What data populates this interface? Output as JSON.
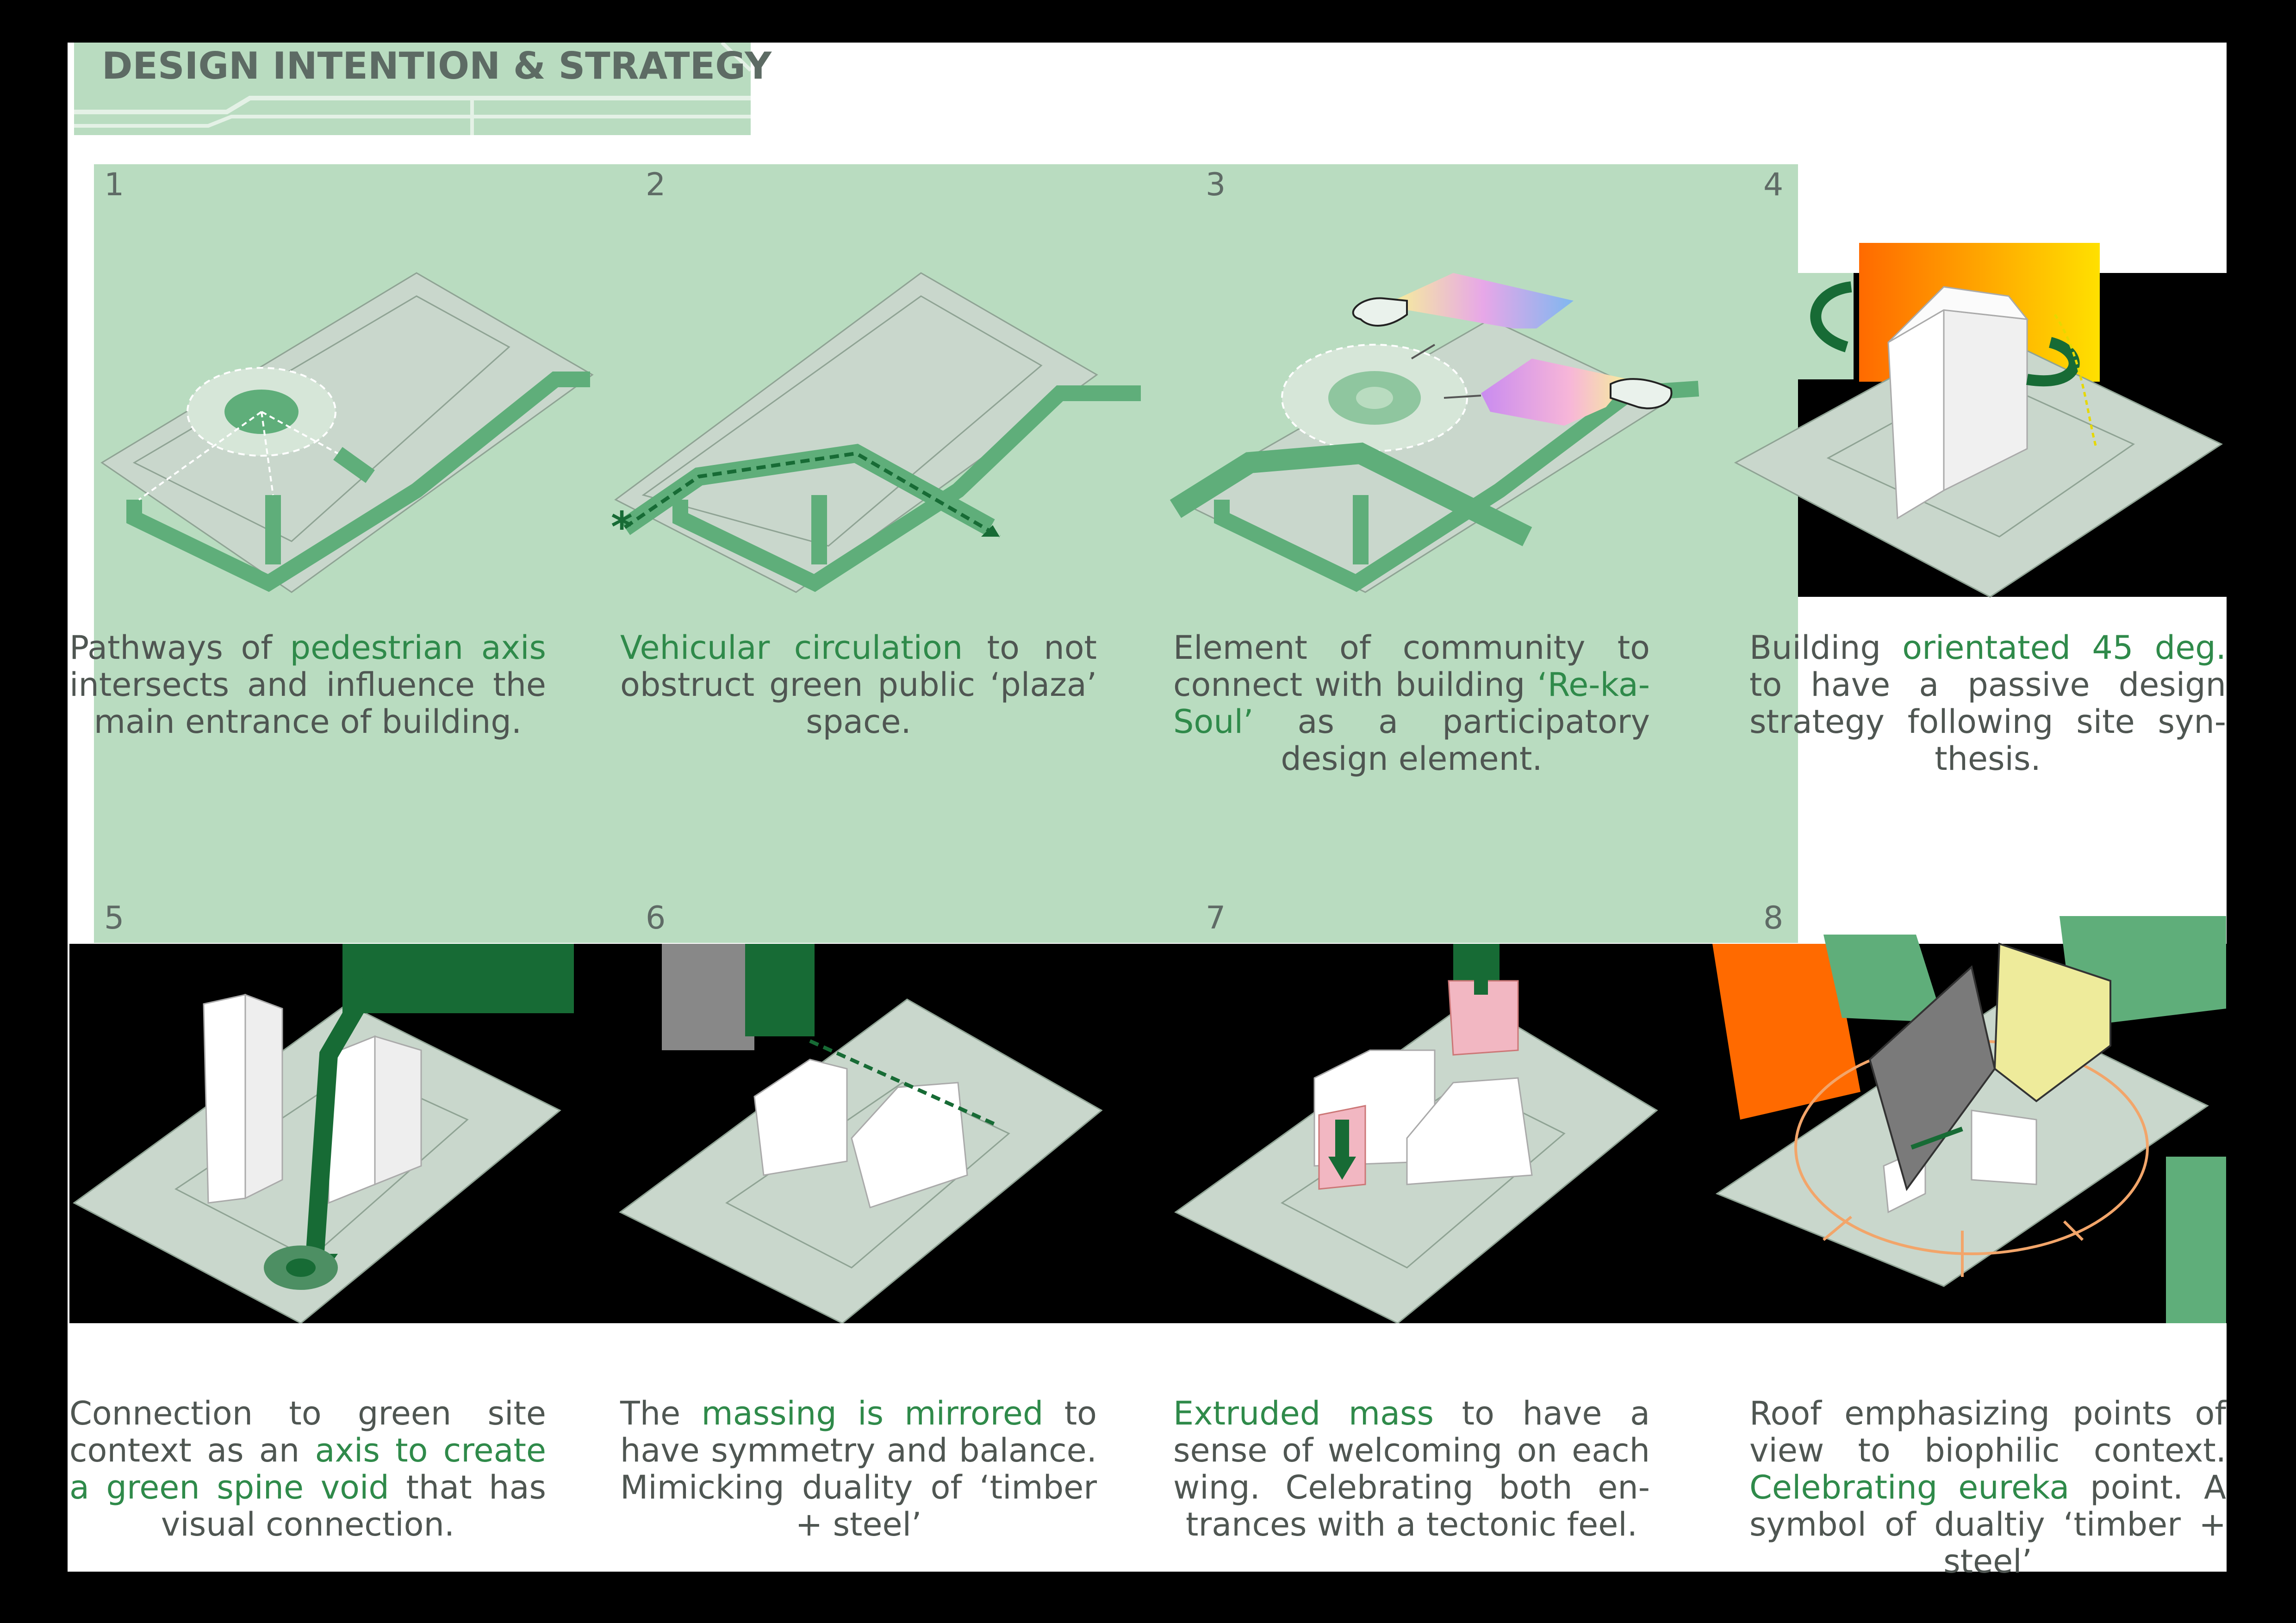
{
  "header": {
    "title": "DESIGN INTENTION & STRATEGY"
  },
  "steps": [
    {
      "number": "1",
      "caption": [
        {
          "t": "Pathways of ",
          "h": false
        },
        {
          "t": "pedestrian axis",
          "h": true
        },
        {
          "t": " intersects and influence the main entrance of building.",
          "h": false
        }
      ]
    },
    {
      "number": "2",
      "caption": [
        {
          "t": "Vehicular circulation",
          "h": true
        },
        {
          "t": " to not obstruct green public ‘plaza’ space.",
          "h": false
        }
      ]
    },
    {
      "number": "3",
      "caption": [
        {
          "t": "Element of community to connect with building ",
          "h": false
        },
        {
          "t": "‘Re-ka-Soul’",
          "h": true
        },
        {
          "t": " as a participatory design element.",
          "h": false
        }
      ]
    },
    {
      "number": "4",
      "caption": [
        {
          "t": "Building ",
          "h": false
        },
        {
          "t": "orientated 45 deg.",
          "h": true
        },
        {
          "t": " to have a passive design strategy following site syn-thesis.",
          "h": false
        }
      ]
    },
    {
      "number": "5",
      "caption": [
        {
          "t": "Connection to green site context as an ",
          "h": false
        },
        {
          "t": "axis to create a green spine void",
          "h": true
        },
        {
          "t": " that has visual connection.",
          "h": false
        }
      ]
    },
    {
      "number": "6",
      "caption": [
        {
          "t": "The ",
          "h": false
        },
        {
          "t": "massing is mirrored",
          "h": true
        },
        {
          "t": " to have symmetry and balance. Mimicking duality of ‘timber + steel’",
          "h": false
        }
      ]
    },
    {
      "number": "7",
      "caption": [
        {
          "t": "Extruded mass",
          "h": true
        },
        {
          "t": " to have a sense of welcoming on each wing. Celebrating both en-trances with a tectonic feel.",
          "h": false
        }
      ]
    },
    {
      "number": "8",
      "caption": [
        {
          "t": "Roof emphasizing points of view to biophilic context. ",
          "h": false
        },
        {
          "t": "Celebrating eureka",
          "h": true
        },
        {
          "t": " point. A symbol of dualtiy ‘timber + steel’",
          "h": false
        }
      ]
    }
  ],
  "colors": {
    "panel_green": "#b9dcc0",
    "path_green": "#5fae7a",
    "dark_green": "#176b35",
    "site_grey": "#cdd9cf",
    "highlight_text": "#2f8a4a",
    "body_text": "#4f5652",
    "pink": "#f2b7c2",
    "orange": "#ff6a00",
    "yellow": "#eeeb9b"
  }
}
